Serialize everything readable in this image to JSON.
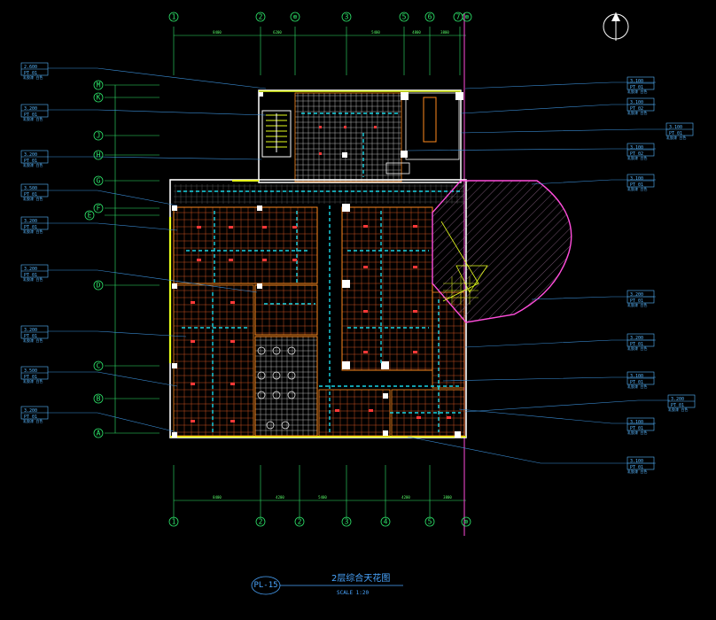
{
  "drawing": {
    "title": "2层综合天花图",
    "scale": "SCALE  1:20",
    "sheet_number": "PL-15"
  },
  "grid_top": [
    "1",
    "2",
    "⊕",
    "3",
    "5",
    "6",
    "7",
    "⊕"
  ],
  "grid_bottom": [
    "1",
    "2",
    "2",
    "3",
    "4",
    "5",
    "⊕"
  ],
  "grid_left": [
    "M",
    "K",
    "J",
    "H",
    "G",
    "F",
    "E",
    "D",
    "C",
    "B",
    "A"
  ],
  "dims_top": [
    "8400",
    "6200",
    "5400",
    "4800",
    "3800"
  ],
  "dims_bottom": [
    "8400",
    "4200",
    "5400",
    "4200",
    "3800"
  ],
  "left_tags": [
    {
      "level": "2.600",
      "code": "PT  01",
      "note": "乳胶漆 白色"
    },
    {
      "level": "3.200",
      "code": "PT  01",
      "note": "乳胶漆 白色"
    },
    {
      "level": "3.200",
      "code": "PT  01",
      "note": "乳胶漆 白色"
    },
    {
      "level": "3.500",
      "code": "PT  01",
      "note": "乳胶漆 白色"
    },
    {
      "level": "3.200",
      "code": "PT  01",
      "note": "乳胶漆 白色"
    },
    {
      "level": "3.200",
      "code": "PT  01",
      "note": "乳胶漆 白色"
    },
    {
      "level": "3.200",
      "code": "PT  01",
      "note": "乳胶漆 白色"
    },
    {
      "level": "3.500",
      "code": "PT  01",
      "note": "乳胶漆 白色"
    },
    {
      "level": "3.200",
      "code": "PT  01",
      "note": "乳胶漆 白色"
    }
  ],
  "right_tags": [
    {
      "level": "3.100",
      "code": "PT  01",
      "note": "乳胶漆 白色"
    },
    {
      "level": "3.100",
      "code": "PT  02",
      "note": "乳胶漆 白色"
    },
    {
      "level": "3.100",
      "code": "PT  02",
      "note": "乳胶漆 白色"
    },
    {
      "level": "3.100",
      "code": "PT  01",
      "note": "乳胶漆 白色"
    },
    {
      "level": "3.200",
      "code": "PT  01",
      "note": "乳胶漆 白色"
    },
    {
      "level": "3.200",
      "code": "PT  01",
      "note": "乳胶漆 白色"
    },
    {
      "level": "3.100",
      "code": "PT  01",
      "note": "乳胶漆 白色"
    },
    {
      "level": "3.100",
      "code": "PT  01",
      "note": "乳胶漆 白色"
    },
    {
      "level": "3.100",
      "code": "PT  01",
      "note": "乳胶漆 白色"
    }
  ],
  "far_right_tags": [
    {
      "level": "3.100",
      "code": "PT  01",
      "note": "乳胶漆 白色"
    },
    {
      "level": "3.200",
      "code": "PT  01",
      "note": "乳胶漆 白色"
    }
  ],
  "colors": {
    "background": "#000000",
    "grid_line": "#2ee66b",
    "wall": "#ffffff",
    "tile": "#c8501e",
    "partition": "#ff8a1e",
    "cyan_light": "#19d6e6",
    "leader": "#3b8fd8",
    "hatch": "#ff4ddb",
    "accent_yellow": "#e8ff1e"
  }
}
